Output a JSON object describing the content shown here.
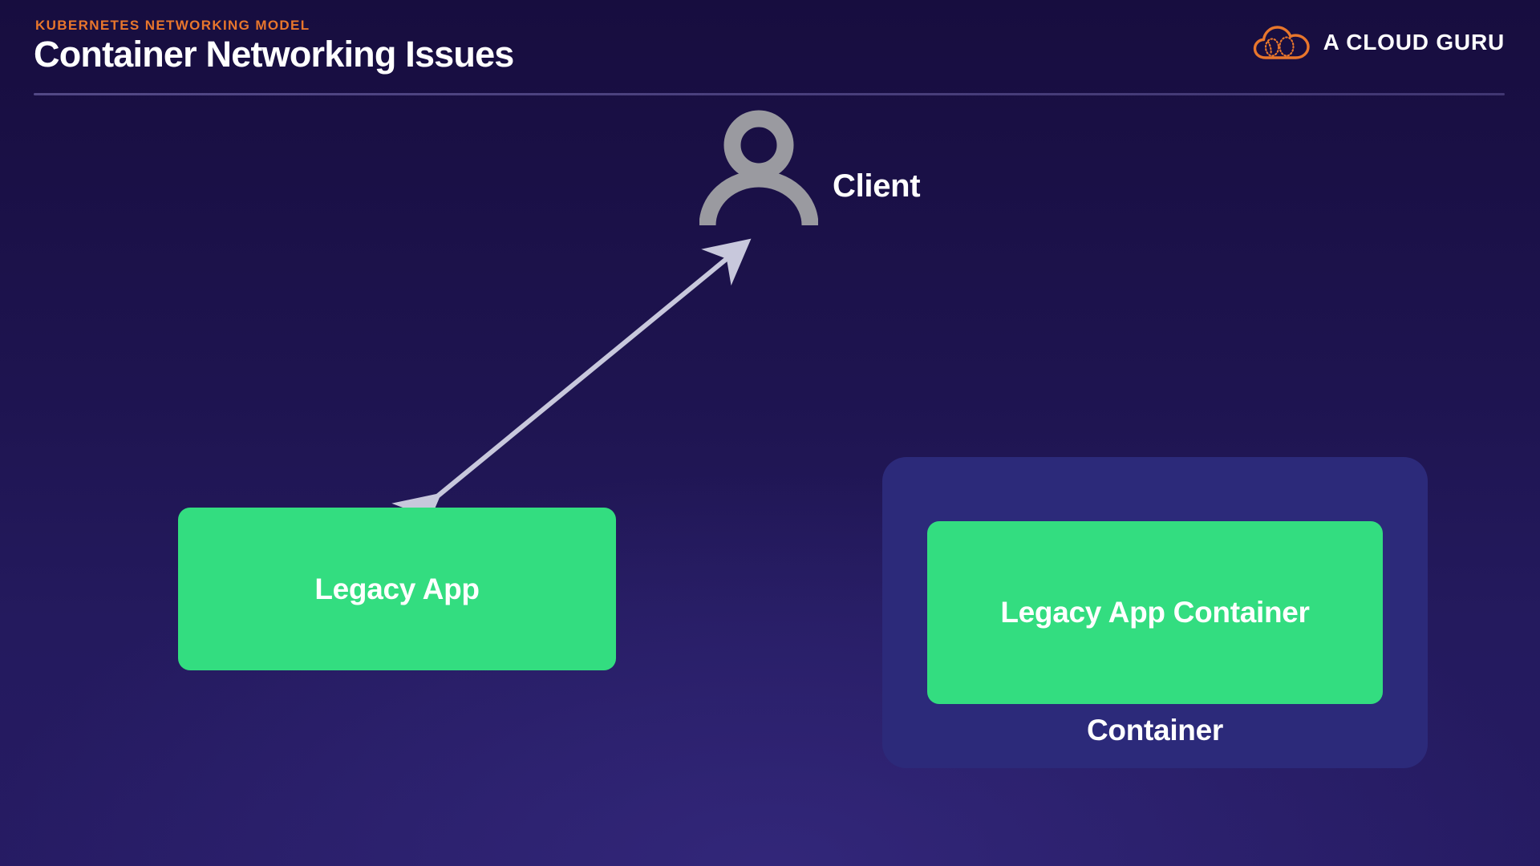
{
  "header": {
    "eyebrow": "KUBERNETES NETWORKING MODEL",
    "title": "Container Networking Issues",
    "accent_color": "#e8762c",
    "title_color": "#ffffff",
    "divider_color": "#7b72be"
  },
  "brand": {
    "name": "A CLOUD GURU",
    "mark_icon": "cloud-logo-icon",
    "mark_color": "#e8762c",
    "name_color": "#ffffff"
  },
  "diagram": {
    "actor": {
      "icon": "person-icon",
      "label": "Client",
      "icon_color": "#9a9aa0",
      "label_color": "#ffffff"
    },
    "connector": {
      "icon": "double-headed-arrow-icon",
      "color": "#c8c8dc",
      "direction": "bidirectional",
      "from": "Legacy App",
      "to": "Client"
    },
    "legacy_app_box": {
      "label": "Legacy App",
      "fill_color": "#33dd80",
      "text_color": "#ffffff"
    },
    "container_panel": {
      "caption": "Container",
      "fill_color": "#2c2a7a",
      "caption_color": "#ffffff",
      "inner_box": {
        "label": "Legacy App Container",
        "fill_color": "#33dd80",
        "text_color": "#ffffff"
      }
    }
  },
  "background": {
    "top_color": "#170d3f",
    "bottom_color": "#261b63"
  }
}
